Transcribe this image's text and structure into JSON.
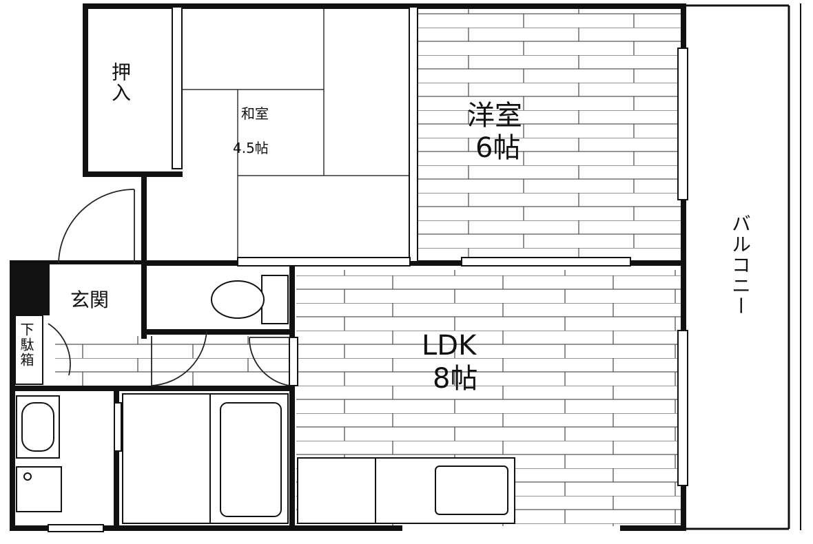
{
  "rooms": {
    "closet": "押入",
    "washitsu_name": "和室",
    "washitsu_size": "4.5帖",
    "youshitsu_name": "洋室",
    "youshitsu_size": "6帖",
    "ldk_name": "LDK",
    "ldk_size": "8帖",
    "entrance": "玄関",
    "shoe_box": "下駄箱",
    "balcony": "バルコニー"
  },
  "colors": {
    "wall": "#111111",
    "line": "#333333",
    "background": "#ffffff"
  }
}
